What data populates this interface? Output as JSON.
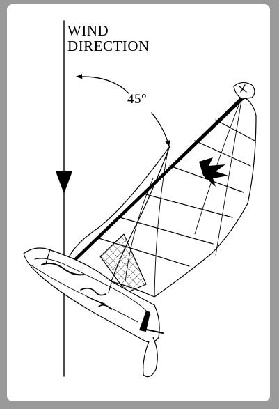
{
  "labels": {
    "wind_line1": "WIND",
    "wind_line2": "DIRECTION",
    "angle": "45°"
  },
  "icons": {
    "wind_arrow": "down-triangle-arrow",
    "angle_arc": "curved-double-arrow",
    "boat": "catamaran-sail-outline",
    "sail_logo": "hobie-cat-logo",
    "hull_logo": "hobie-script-logo"
  },
  "colors": {
    "frame": "#9a9a9b",
    "card": "#ffffff",
    "ink": "#000000"
  }
}
